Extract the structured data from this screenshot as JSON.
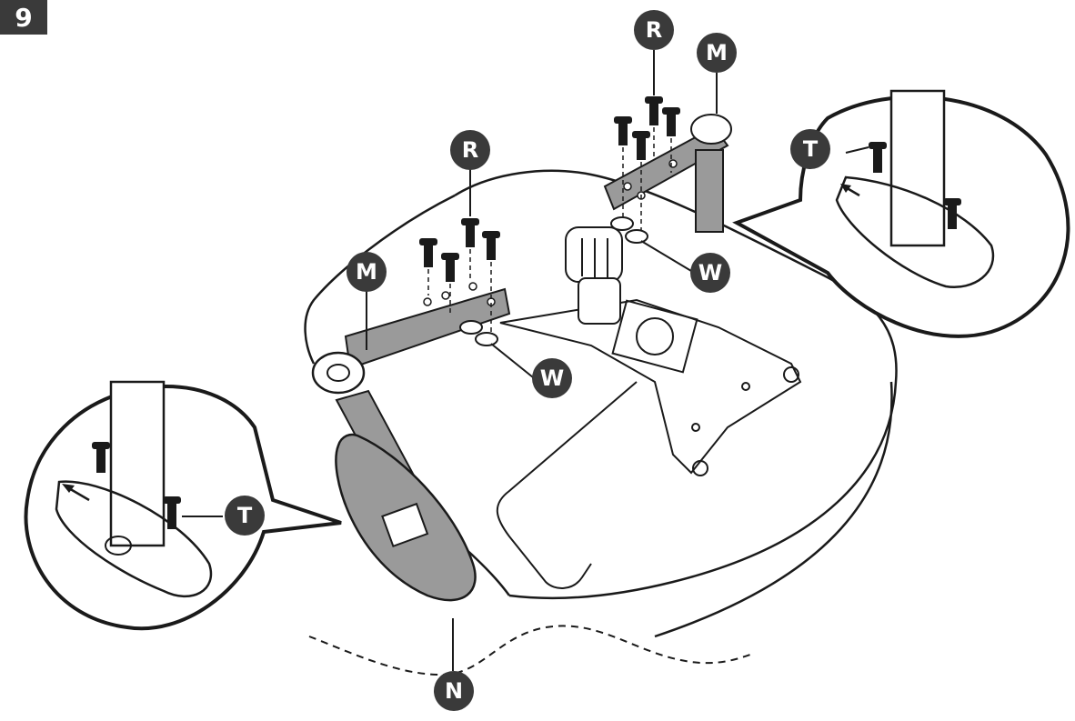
{
  "step_number": "9",
  "labels": {
    "R_top": "R",
    "M_top": "M",
    "R_mid": "R",
    "M_left": "M",
    "T_right": "T",
    "W_right": "W",
    "W_mid": "W",
    "T_left": "T",
    "N_bottom": "N"
  },
  "colors": {
    "callout_fill": "#3a3a3a",
    "callout_text": "#ffffff",
    "line": "#1a1a1a",
    "part_fill": "#9a9a9a"
  }
}
